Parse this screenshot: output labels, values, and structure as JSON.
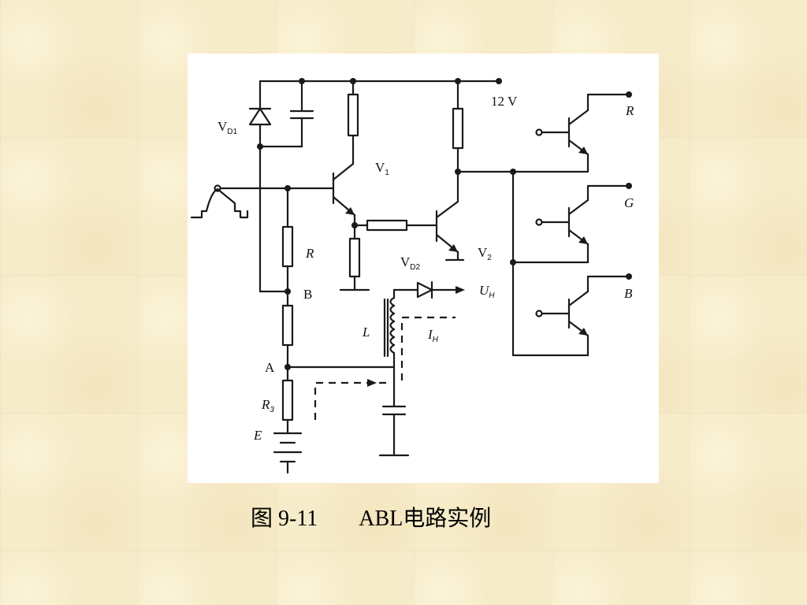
{
  "figure": {
    "labels": {
      "supply": "12 V",
      "vd1": "V",
      "vd1_sub": "D1",
      "v1": "V",
      "v1_sub": "1",
      "v2": "V",
      "v2_sub": "2",
      "vd2": "V",
      "vd2_sub": "D2",
      "r": "R",
      "b": "B",
      "a": "A",
      "r3": "R",
      "r3_sub": "3",
      "e": "E",
      "l": "L",
      "ih": "I",
      "ih_sub": "H",
      "ub": "U",
      "ub_sub": "H",
      "out_r": "R",
      "out_g": "G",
      "out_b": "B"
    }
  },
  "caption": {
    "number": "图 9-11",
    "title": "ABL电路实例"
  }
}
